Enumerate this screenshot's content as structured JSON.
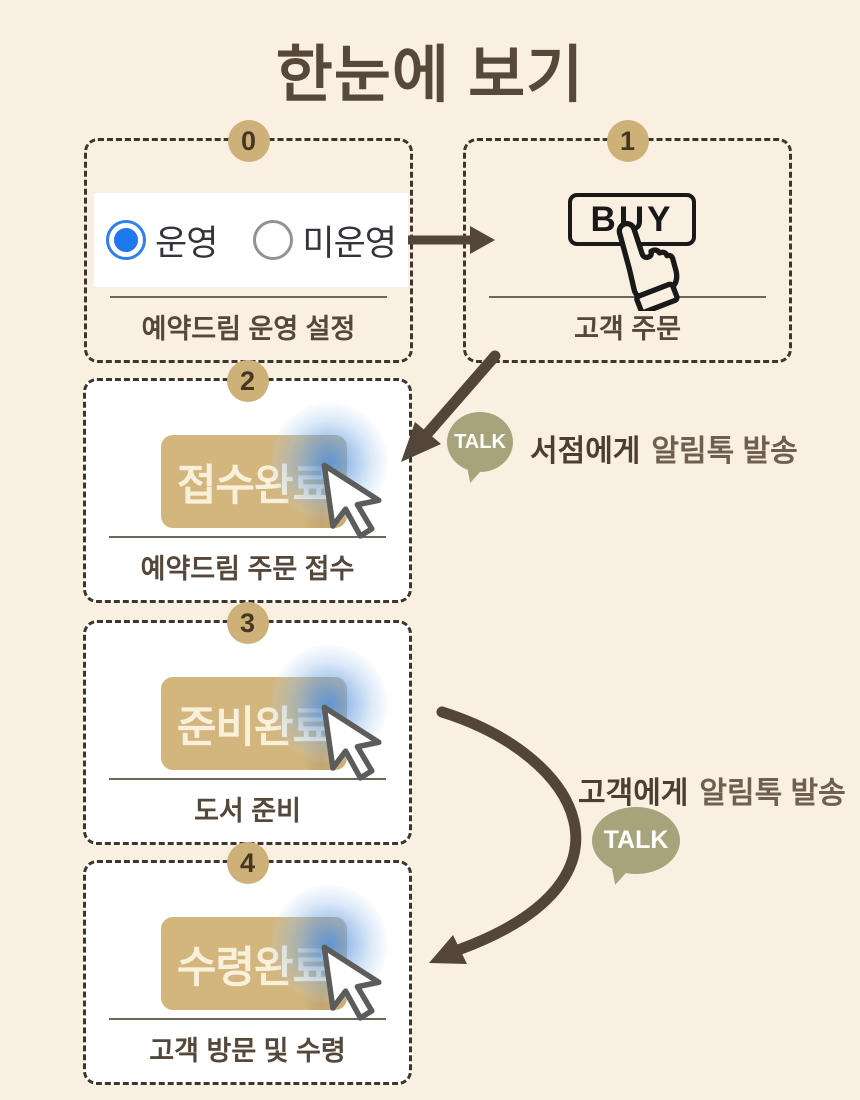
{
  "title": "한눈에 보기",
  "colors": {
    "background": "#faf0e1",
    "title_text": "#57493a",
    "dashed_border": "#3e362c",
    "badge_tan": "#cdb179",
    "button_tan": "#d2b67d",
    "button_text_ivory": "#f8f0da",
    "arrow_brown": "#54453a",
    "talk_olive": "#a7a47b",
    "radio_blue": "#2e7ff0",
    "glow_blue": "#73a6e0",
    "caption_brown": "#55483a"
  },
  "steps": [
    {
      "number": "0",
      "caption": "예약드림 운영 설정",
      "radios": [
        {
          "label": "운영",
          "selected": true
        },
        {
          "label": "미운영",
          "selected": false
        }
      ]
    },
    {
      "number": "1",
      "caption": "고객 주문",
      "icon_text": "BUY"
    },
    {
      "number": "2",
      "caption": "예약드림 주문 접수",
      "button": "접수완료"
    },
    {
      "number": "3",
      "caption": "도서 준비",
      "button": "준비완료"
    },
    {
      "number": "4",
      "caption": "고객 방문 및 수령",
      "button": "수령완료"
    }
  ],
  "annotations": [
    {
      "talk": "TALK",
      "target": "서점에게",
      "rest": "알림톡 발송"
    },
    {
      "talk": "TALK",
      "target": "고객에게",
      "rest": "알림톡 발송"
    }
  ]
}
